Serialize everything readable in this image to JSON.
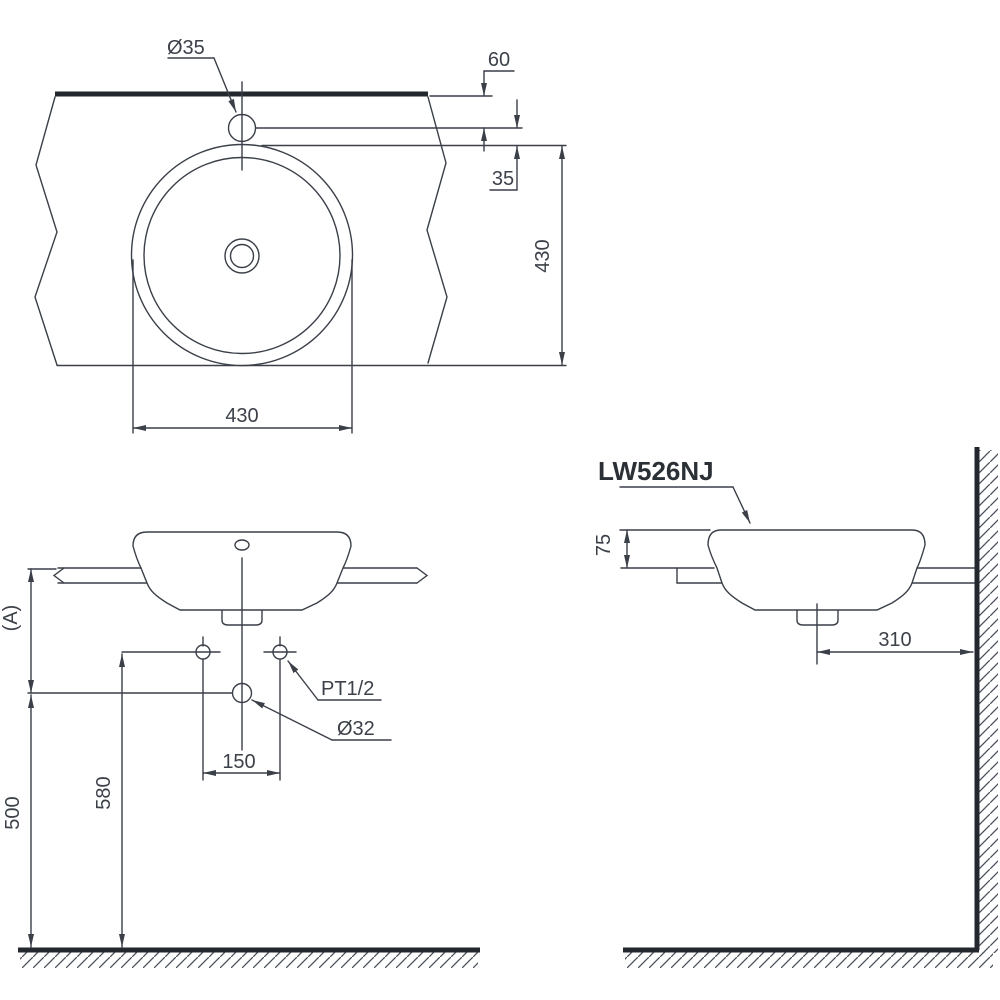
{
  "product": {
    "code": "LW526NJ"
  },
  "colors": {
    "background": "#ffffff",
    "line": "#3a3f48",
    "thick_line": "#23272e",
    "text": "#3c4149"
  },
  "plan_view": {
    "faucet_hole_label": "Ø35",
    "dim_back_edge_to_faucet": "60",
    "dim_faucet_to_rim": "35",
    "dim_depth": "430",
    "dim_width": "430"
  },
  "front_view": {
    "dim_counter_height": "(A)",
    "dim_drain_height": "500",
    "dim_supply_height": "580",
    "dim_supply_spacing": "150",
    "supply_thread_label": "PT1/2",
    "drain_diameter_label": "Ø32"
  },
  "side_view": {
    "dim_rim_above_counter": "75",
    "dim_drain_to_wall": "310"
  }
}
